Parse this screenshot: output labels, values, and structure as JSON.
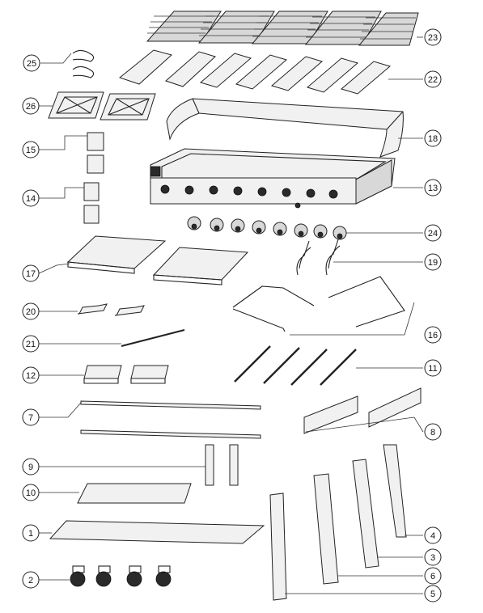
{
  "callouts": [
    {
      "id": "c1",
      "number": "1"
    },
    {
      "id": "c2",
      "number": "2"
    },
    {
      "id": "c3",
      "number": "3"
    },
    {
      "id": "c4",
      "number": "4"
    },
    {
      "id": "c5",
      "number": "5"
    },
    {
      "id": "c6",
      "number": "6"
    },
    {
      "id": "c7",
      "number": "7"
    },
    {
      "id": "c8",
      "number": "8"
    },
    {
      "id": "c9",
      "number": "9"
    },
    {
      "id": "c10",
      "number": "10"
    },
    {
      "id": "c11",
      "number": "11"
    },
    {
      "id": "c12",
      "number": "12"
    },
    {
      "id": "c13",
      "number": "13"
    },
    {
      "id": "c14",
      "number": "14"
    },
    {
      "id": "c15",
      "number": "15"
    },
    {
      "id": "c16",
      "number": "16"
    },
    {
      "id": "c17",
      "number": "17"
    },
    {
      "id": "c18",
      "number": "18"
    },
    {
      "id": "c19",
      "number": "19"
    },
    {
      "id": "c20",
      "number": "20"
    },
    {
      "id": "c21",
      "number": "21"
    },
    {
      "id": "c22",
      "number": "22"
    },
    {
      "id": "c23",
      "number": "23"
    },
    {
      "id": "c24",
      "number": "24"
    },
    {
      "id": "c25",
      "number": "25"
    },
    {
      "id": "c26",
      "number": "26"
    }
  ]
}
